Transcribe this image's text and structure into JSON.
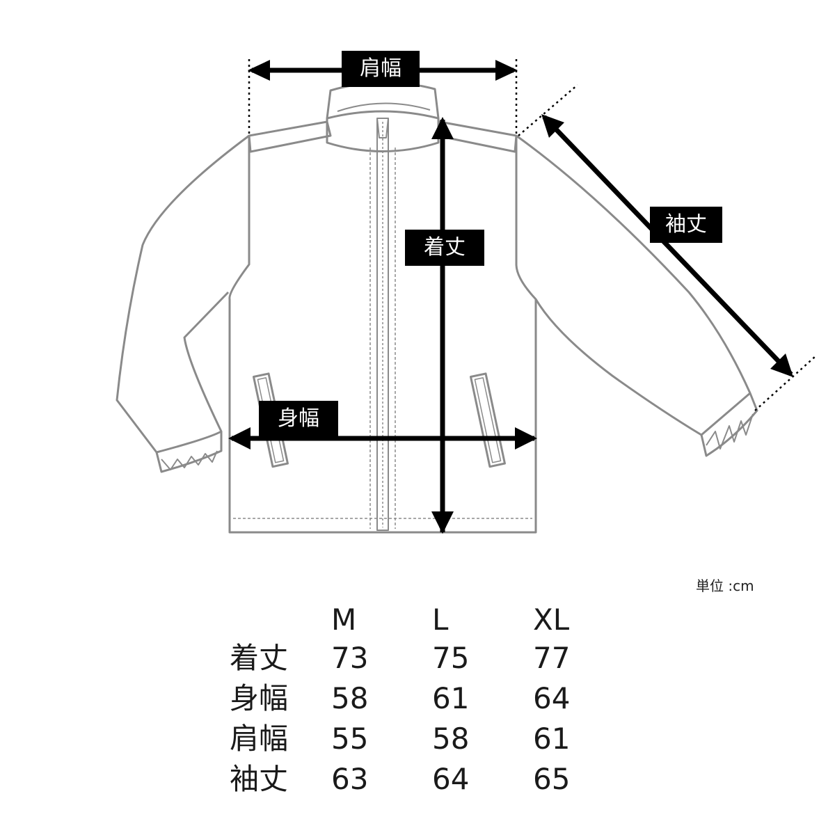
{
  "labels": {
    "shoulder_width": "肩幅",
    "body_length": "着丈",
    "sleeve_length": "袖丈",
    "body_width": "身幅"
  },
  "unit": "単位 :cm",
  "table": {
    "sizes": [
      "M",
      "L",
      "XL"
    ],
    "rows": [
      {
        "name": "着丈",
        "values": [
          "73",
          "75",
          "77"
        ]
      },
      {
        "name": "身幅",
        "values": [
          "58",
          "61",
          "64"
        ]
      },
      {
        "name": "肩幅",
        "values": [
          "55",
          "58",
          "61"
        ]
      },
      {
        "name": "袖丈",
        "values": [
          "63",
          "64",
          "65"
        ]
      }
    ]
  },
  "colors": {
    "outline": "#8a8a8a",
    "arrow": "#000000",
    "label_bg": "#000000",
    "label_text": "#ffffff"
  }
}
